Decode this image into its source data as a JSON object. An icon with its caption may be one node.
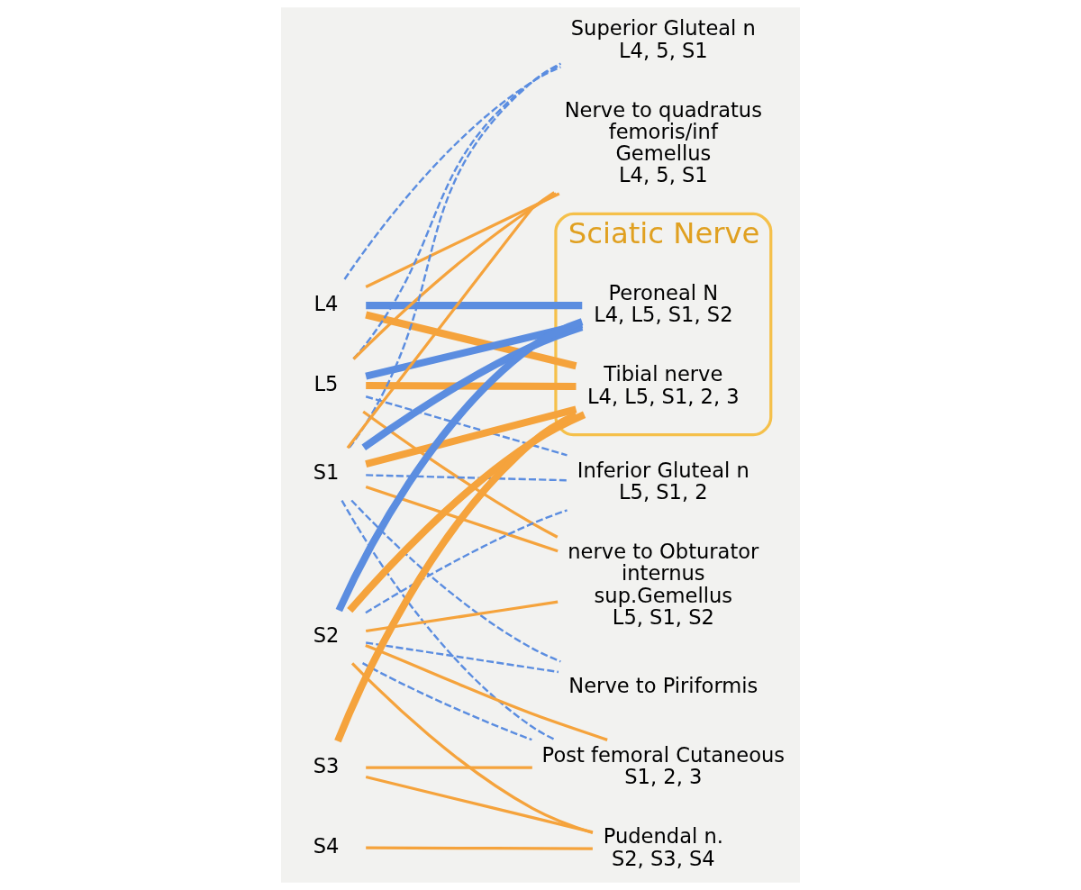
{
  "diagram": {
    "nodes": [
      {
        "text": [
          "L4"
        ]
      },
      {
        "text": [
          "L5"
        ]
      },
      {
        "text": [
          "S1"
        ]
      },
      {
        "text": [
          "S2"
        ]
      },
      {
        "text": [
          "S3"
        ]
      },
      {
        "text": [
          "S4"
        ]
      },
      {
        "text": [
          "Superior Gluteal n",
          "L4, 5, S1"
        ]
      },
      {
        "text": [
          "Inferior Gluteal n",
          "L5, S1, 2"
        ]
      },
      {
        "text": [
          "Nerve to Piriformis"
        ]
      },
      {
        "text": [
          "Pudendal n.",
          "S2, S3, S4"
        ]
      },
      {
        "text": [
          "nerve to Obturator internus sup.Gemellus",
          "L5, S1, S2"
        ]
      },
      {
        "text": [
          "Nerve to quadratus femoris/inf Gemellus",
          "L4, 5, S1"
        ]
      },
      {
        "text": [
          "Post femoral Cutaneous",
          "S1, 2, 3"
        ]
      },
      {
        "text": [
          "Sciatic Nerve"
        ]
      },
      {
        "text": [
          "Tibial nerve",
          "L4, L5, S1, 2, 3"
        ],
        "in": 13
      },
      {
        "text": [
          "Peroneal N",
          "L4, L5, S1, S2"
        ],
        "in": 13
      }
    ],
    "edges": [
      {
        "from": 0,
        "to": 6,
        "arrow": "none",
        "style": "dashed",
        "color": "#5b8de0"
      },
      {
        "from": 1,
        "to": 6,
        "arrow": "none",
        "style": "dashed",
        "color": "#5b8de0"
      },
      {
        "from": 2,
        "to": 6,
        "arrow": "none",
        "style": "dashed",
        "color": "#5b8de0"
      },
      {
        "from": 1,
        "to": 7,
        "arrow": "none",
        "style": "dashed",
        "color": "#5b8de0"
      },
      {
        "from": 2,
        "to": 7,
        "arrow": "none",
        "style": "dashed",
        "color": "#5b8de0"
      },
      {
        "from": 3,
        "to": 7,
        "arrow": "none",
        "style": "dashed",
        "color": "#5b8de0"
      },
      {
        "from": 2,
        "to": 8,
        "arrow": "none",
        "style": "dashed",
        "color": "#5b8de0"
      },
      {
        "from": 3,
        "to": 8,
        "arrow": "none",
        "style": "dashed",
        "color": "#5b8de0"
      },
      {
        "from": 3,
        "to": 9,
        "arrow": "none"
      },
      {
        "from": 4,
        "to": 9,
        "arrow": "none"
      },
      {
        "from": 5,
        "to": 9,
        "arrow": "none"
      },
      {
        "from": 1,
        "to": 10,
        "arrow": "none"
      },
      {
        "from": 2,
        "to": 10,
        "arrow": "none"
      },
      {
        "from": 3,
        "to": 10,
        "arrow": "none"
      },
      {
        "from": 0,
        "to": 11,
        "arrow": "none"
      },
      {
        "from": 1,
        "to": 11,
        "arrow": "none"
      },
      {
        "from": 2,
        "to": 11,
        "arrow": "none"
      },
      {
        "from": 2,
        "to": 12,
        "arrow": "none",
        "style": "dashed",
        "color": "#5b8de0"
      },
      {
        "from": 3,
        "to": 12,
        "arrow": "none",
        "style": "dashed",
        "color": "#5b8de0"
      },
      {
        "from": 3,
        "to": 12,
        "arrow": "none"
      },
      {
        "from": 4,
        "to": 12,
        "arrow": "none"
      },
      {
        "from": 0,
        "to": 14,
        "arrow": "none",
        "style": "thick"
      },
      {
        "from": 1,
        "to": 14,
        "arrow": "none",
        "style": "thick"
      },
      {
        "from": 2,
        "to": 14,
        "arrow": "none",
        "style": "thick"
      },
      {
        "from": 3,
        "to": 14,
        "arrow": "none",
        "style": "thick"
      },
      {
        "from": 4,
        "to": 14,
        "arrow": "none",
        "style": "thick"
      },
      {
        "from": 0,
        "to": 15,
        "arrow": "none",
        "style": "thick",
        "color": "#5b8de0"
      },
      {
        "from": 1,
        "to": 15,
        "arrow": "none",
        "style": "thick",
        "color": "#5b8de0"
      },
      {
        "from": 2,
        "to": 15,
        "arrow": "none",
        "style": "thick",
        "color": "#5b8de0"
      },
      {
        "from": 3,
        "to": 15,
        "arrow": "none",
        "style": "thick",
        "color": "#5b8de0"
      }
    ]
  }
}
